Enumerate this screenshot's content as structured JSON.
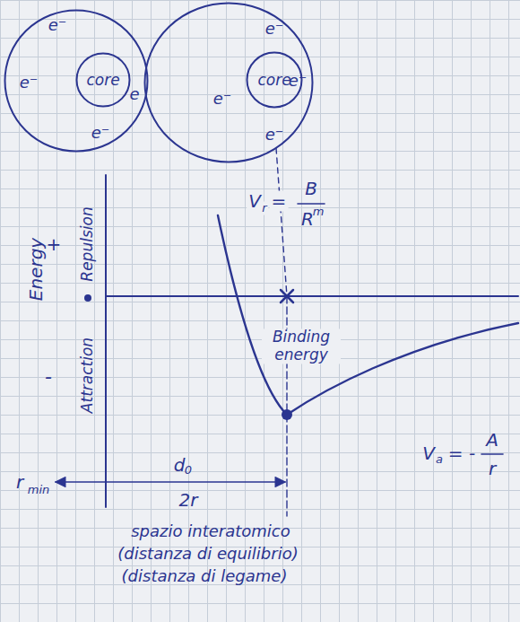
{
  "diagram": {
    "nodes": [
      {
        "text": [
          "e⁻",
          "e⁻",
          "e",
          "e⁻"
        ]
      },
      {
        "text": [
          "core"
        ],
        "in": 0
      },
      {
        "text": [
          "e⁻",
          "e⁻",
          "e⁻",
          "e⁻"
        ]
      },
      {
        "text": [
          "core"
        ],
        "in": 2
      }
    ],
    "labels": [
      "Energy",
      "+",
      "-",
      "Repulsion",
      "Attraction",
      "V",
      "r",
      "=",
      "B",
      "R",
      "m",
      "Binding energy",
      "V",
      "a",
      "= -",
      "A",
      "r",
      "r",
      "min",
      "d",
      "0",
      "2r",
      "spazio interatomico",
      "(distanza di equilibrio)",
      "(distanza di legame)"
    ]
  }
}
